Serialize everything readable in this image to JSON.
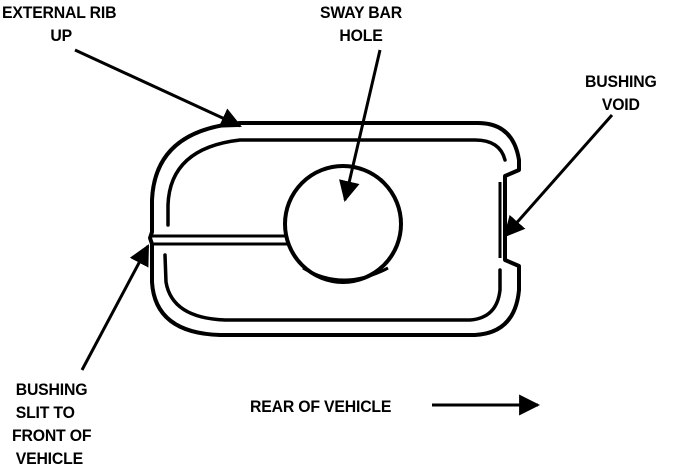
{
  "colors": {
    "ink": "#000000",
    "paper": "#ffffff"
  },
  "labels": {
    "external_rib": [
      "EXTERNAL RIB",
      "UP"
    ],
    "sway_bar_hole": [
      "SWAY BAR",
      "HOLE"
    ],
    "bushing_void": [
      "BUSHING",
      "VOID"
    ],
    "bushing_slit": [
      "BUSHING",
      "SLIT TO",
      "FRONT OF",
      "VEHICLE"
    ],
    "rear_of_vehicle": "REAR OF VEHICLE"
  }
}
